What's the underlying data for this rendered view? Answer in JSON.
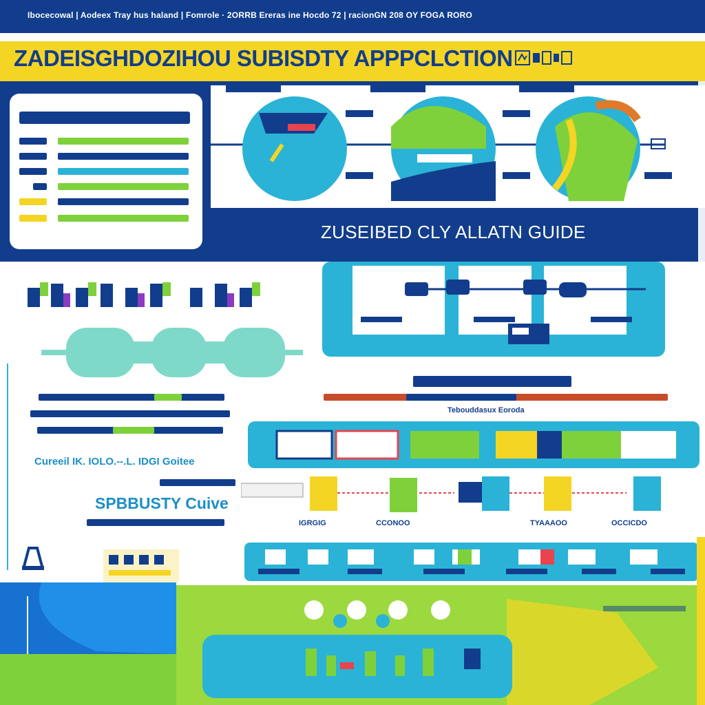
{
  "nav": {
    "text": "Ibocecowal | Aodeex Tray hus haland | Fomrole · 2ORRB Ereras ine Hocdo 72 | racionGN 208 OY FOGA RORO"
  },
  "header": {
    "title": "ZADEISGHDOZIHOU SUBISDTY APPPCLCTION",
    "title_mark_icon": "stamp-icon"
  },
  "hero": {
    "guide_title": "ZUSEIBED CLY ALLATN GUIDE"
  },
  "sections": {
    "process_caption_colored": "Tebouddasux Eoroda",
    "caption_left": "Cureeil IK. IOLO.--.L. IDGI Goitee",
    "subsidy_curve": "SPBBUSTY Cuive",
    "step_labels": [
      "IGRGIG",
      "CCONOO",
      "TYAAAOO",
      "OCCICDO"
    ]
  },
  "colors": {
    "navy": "#123d8c",
    "yellow": "#f5d523",
    "cyan": "#2ab3d6",
    "lime": "#9bd93e",
    "green": "#7fd13b",
    "blue": "#1f8fe8",
    "white": "#ffffff"
  }
}
